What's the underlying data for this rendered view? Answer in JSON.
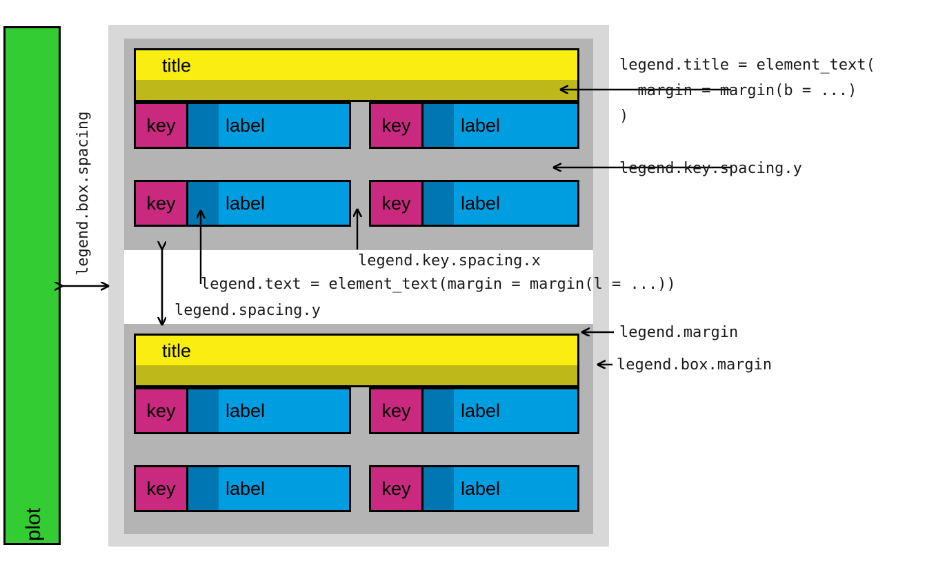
{
  "diagram": {
    "title": "ggplot2 legend theme element anatomy",
    "type": "annotated-diagram"
  },
  "colors": {
    "plot_green": "#33cc33",
    "legend_margin_grey": "#d8d8d8",
    "legend_box_margin_grey": "#b4b4b4",
    "title_text_yellow": "#faee10",
    "title_margin_olive": "#bfb81a",
    "key_magenta": "#c9297e",
    "label_blue": "#009ee0",
    "label_margin_blue": "#0077b0",
    "outline_black": "#000000",
    "annotation_text": "#1a1a1a"
  },
  "plot": {
    "label": "plot"
  },
  "legend_groups": [
    {
      "title": "title",
      "rows": [
        {
          "key": "key",
          "label": "label"
        },
        {
          "key": "key",
          "label": "label"
        }
      ],
      "columns": 2
    },
    {
      "title": "title",
      "rows": [
        {
          "key": "key",
          "label": "label"
        },
        {
          "key": "key",
          "label": "label"
        }
      ],
      "columns": 2
    }
  ],
  "annotations": {
    "box_spacing": "legend.box.spacing",
    "title_line1": "legend.title = element_text(",
    "title_line2": "  margin = margin(b = ...)",
    "title_line3": ")",
    "key_spacing_y": "legend.key.spacing.y",
    "key_spacing_x": "legend.key.spacing.x",
    "text": "legend.text = element_text(margin = margin(l = ...))",
    "spacing_y": "legend.spacing.y",
    "margin": "legend.margin",
    "box_margin": "legend.box.margin"
  }
}
